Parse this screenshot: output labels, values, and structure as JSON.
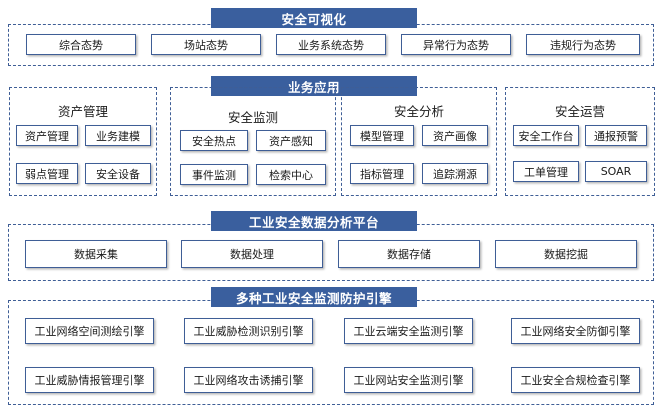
{
  "layers": {
    "visualization": {
      "title": "安全可视化",
      "items": [
        "综合态势",
        "场站态势",
        "业务系统态势",
        "异常行为态势",
        "违规行为态势"
      ]
    },
    "applications": {
      "title": "业务应用",
      "groups": [
        {
          "title": "资产管理",
          "items": [
            "资产管理",
            "业务建模",
            "弱点管理",
            "安全设备"
          ]
        },
        {
          "title": "安全监测",
          "items": [
            "安全热点",
            "资产感知",
            "事件监测",
            "检索中心"
          ]
        },
        {
          "title": "安全分析",
          "items": [
            "模型管理",
            "资产画像",
            "指标管理",
            "追踪溯源"
          ]
        },
        {
          "title": "安全运营",
          "items": [
            "安全工作台",
            "通报预警",
            "工单管理",
            "SOAR"
          ]
        }
      ]
    },
    "platform": {
      "title": "工业安全数据分析平台",
      "items": [
        "数据采集",
        "数据处理",
        "数据存储",
        "数据挖掘"
      ]
    },
    "engines": {
      "title": "多种工业安全监测防护引擎",
      "items": [
        "工业网络空间测绘引擎",
        "工业威胁检测识别引擎",
        "工业云端安全监测引擎",
        "工业网络安全防御引擎",
        "工业威胁情报管理引擎",
        "工业网络攻击诱捕引擎",
        "工业网站安全监测引擎",
        "工业安全合规检查引擎"
      ]
    }
  }
}
